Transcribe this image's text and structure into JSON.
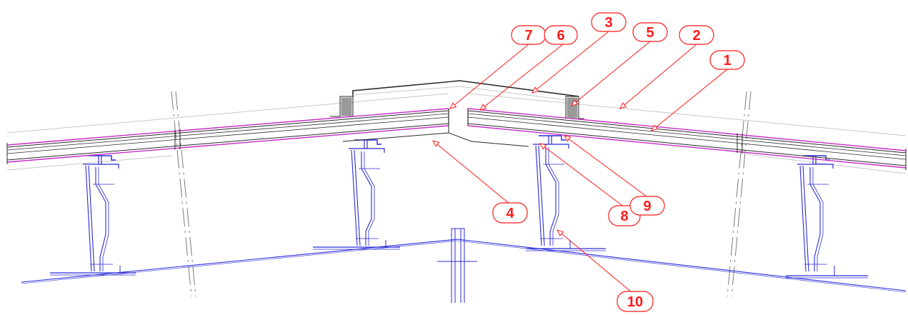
{
  "colors": {
    "annotation": "#ff1a1a",
    "steel": "#2b2bd8",
    "panel": "#2a2a2a",
    "membrane": "#c62cc6",
    "axis": "#7a7a7a",
    "faint": "#c8c8c8",
    "seal": "#9a9a9a"
  },
  "callouts": [
    {
      "id": "7",
      "label": "7"
    },
    {
      "id": "6",
      "label": "6"
    },
    {
      "id": "3",
      "label": "3"
    },
    {
      "id": "5",
      "label": "5"
    },
    {
      "id": "2",
      "label": "2"
    },
    {
      "id": "1",
      "label": "1"
    },
    {
      "id": "4",
      "label": "4"
    },
    {
      "id": "8",
      "label": "8"
    },
    {
      "id": "9",
      "label": "9"
    },
    {
      "id": "10",
      "label": "10"
    }
  ]
}
